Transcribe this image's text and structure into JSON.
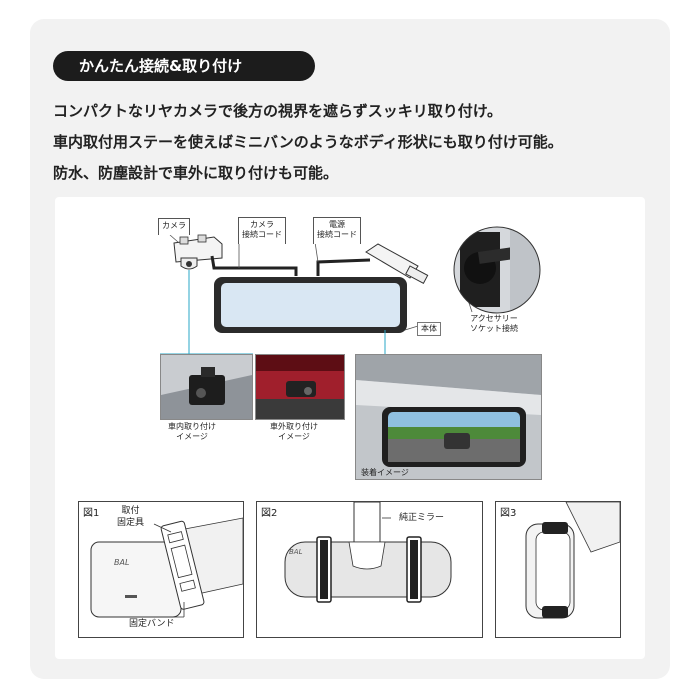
{
  "header": {
    "title": "かんたん接続&取り付け"
  },
  "description": [
    "コンパクトなリヤカメラで後方の視界を遮らずスッキリ取り付け。",
    "車内取付用ステーを使えばミニバンのようなボディ形状にも取り付け可能。",
    "防水、防塵設計で車外に取り付けも可能。"
  ],
  "diagram": {
    "camera_label": "カメラ",
    "camera_cord_label_1": "カメラ",
    "camera_cord_label_2": "接続コード",
    "power_cord_label_1": "電源",
    "power_cord_label_2": "接続コード",
    "body_label": "本体",
    "socket_label_1": "アクセサリー",
    "socket_label_2": "ソケット接続"
  },
  "photos": {
    "interior_caption_1": "車内取り付け",
    "interior_caption_2": "イメージ",
    "exterior_caption_1": "車外取り付け",
    "exterior_caption_2": "イメージ",
    "installed_caption": "装着イメージ"
  },
  "figures": {
    "fig1": {
      "number": "図1",
      "bracket_label_1": "取付",
      "bracket_label_2": "固定具",
      "band_label": "固定バンド",
      "brand": "BAL"
    },
    "fig2": {
      "number": "図2",
      "mirror_label": "純正ミラー",
      "brand": "BAL"
    },
    "fig3": {
      "number": "図3"
    }
  },
  "colors": {
    "pill_bg": "#1c1c1c",
    "card_bg": "#f2f2f2",
    "mirror_screen": "#d9e7f3"
  }
}
